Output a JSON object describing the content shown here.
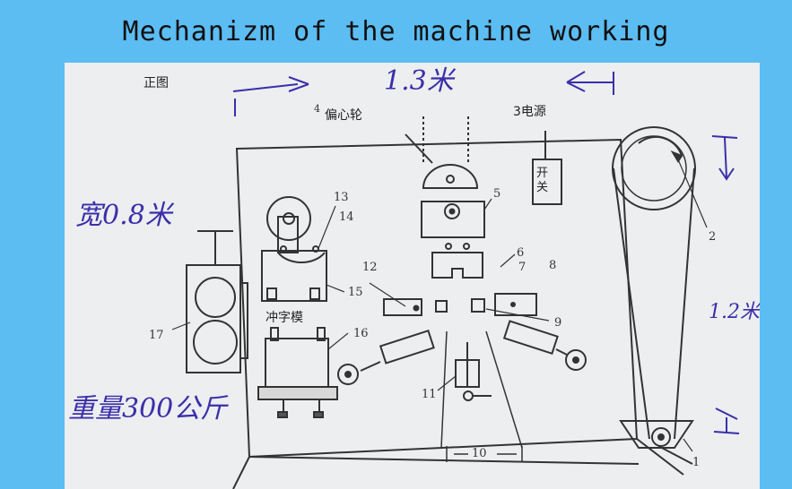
{
  "title": "Mechanizm of the machine working",
  "diagram": {
    "view_label": "正图",
    "labels": {
      "n1": "1",
      "n2": "2",
      "n3_power": "3电源",
      "n4_eccentric": "4",
      "eccentric_wheel": "偏心轮",
      "n5": "5",
      "n6": "6",
      "n7": "7",
      "n8": "8",
      "n9": "9",
      "n10": "10",
      "n11": "11",
      "n12": "12",
      "n13": "13",
      "n14": "14",
      "n15": "15",
      "n16": "16",
      "n17": "17",
      "switch": "开关",
      "punch_die": "冲字模"
    },
    "handwriting": {
      "top_length": "1.3米",
      "width": "宽0.8米",
      "weight": "重量300公斤",
      "height": "1.2米"
    },
    "colors": {
      "ink": "#3b2fa8",
      "line": "#333333",
      "paper": "#eceef0",
      "background": "#5cbdf3"
    }
  }
}
